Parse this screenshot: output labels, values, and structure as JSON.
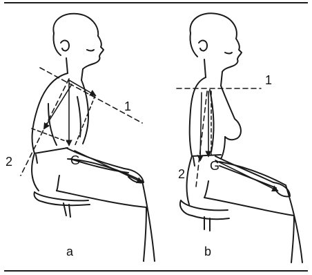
{
  "figure": {
    "panel_a": {
      "caption": "a",
      "line_label_1": "1",
      "line_label_2": "2",
      "center_label": "G"
    },
    "panel_b": {
      "caption": "b",
      "line_label_1": "1",
      "line_label_2": "2",
      "center_label": "G"
    }
  },
  "colors": {
    "ink": "#1a1a1a",
    "paper": "#ffffff"
  }
}
